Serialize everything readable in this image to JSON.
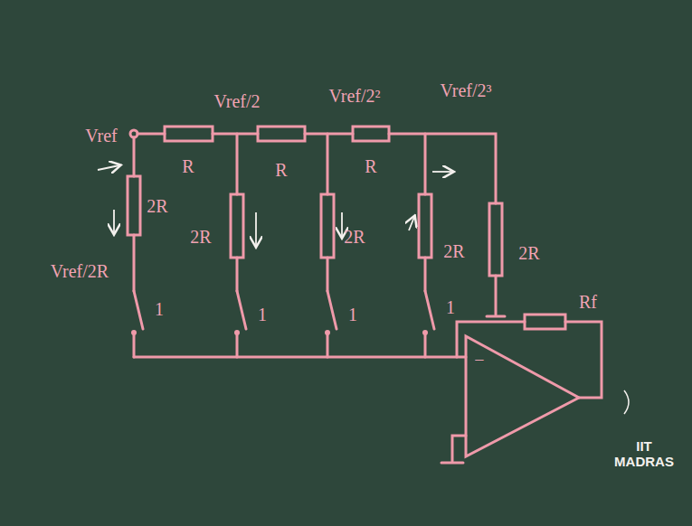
{
  "diagram": {
    "labels": [
      "Vref",
      "Vref/2",
      "Vref/2²",
      "Vref/2³",
      "R",
      "R",
      "R",
      "2R",
      "2R",
      "2R",
      "2R",
      "2R",
      "Vref/2R",
      "1",
      "1",
      "1",
      "1",
      "Rf",
      "−",
      "IIT MADRAS"
    ]
  }
}
